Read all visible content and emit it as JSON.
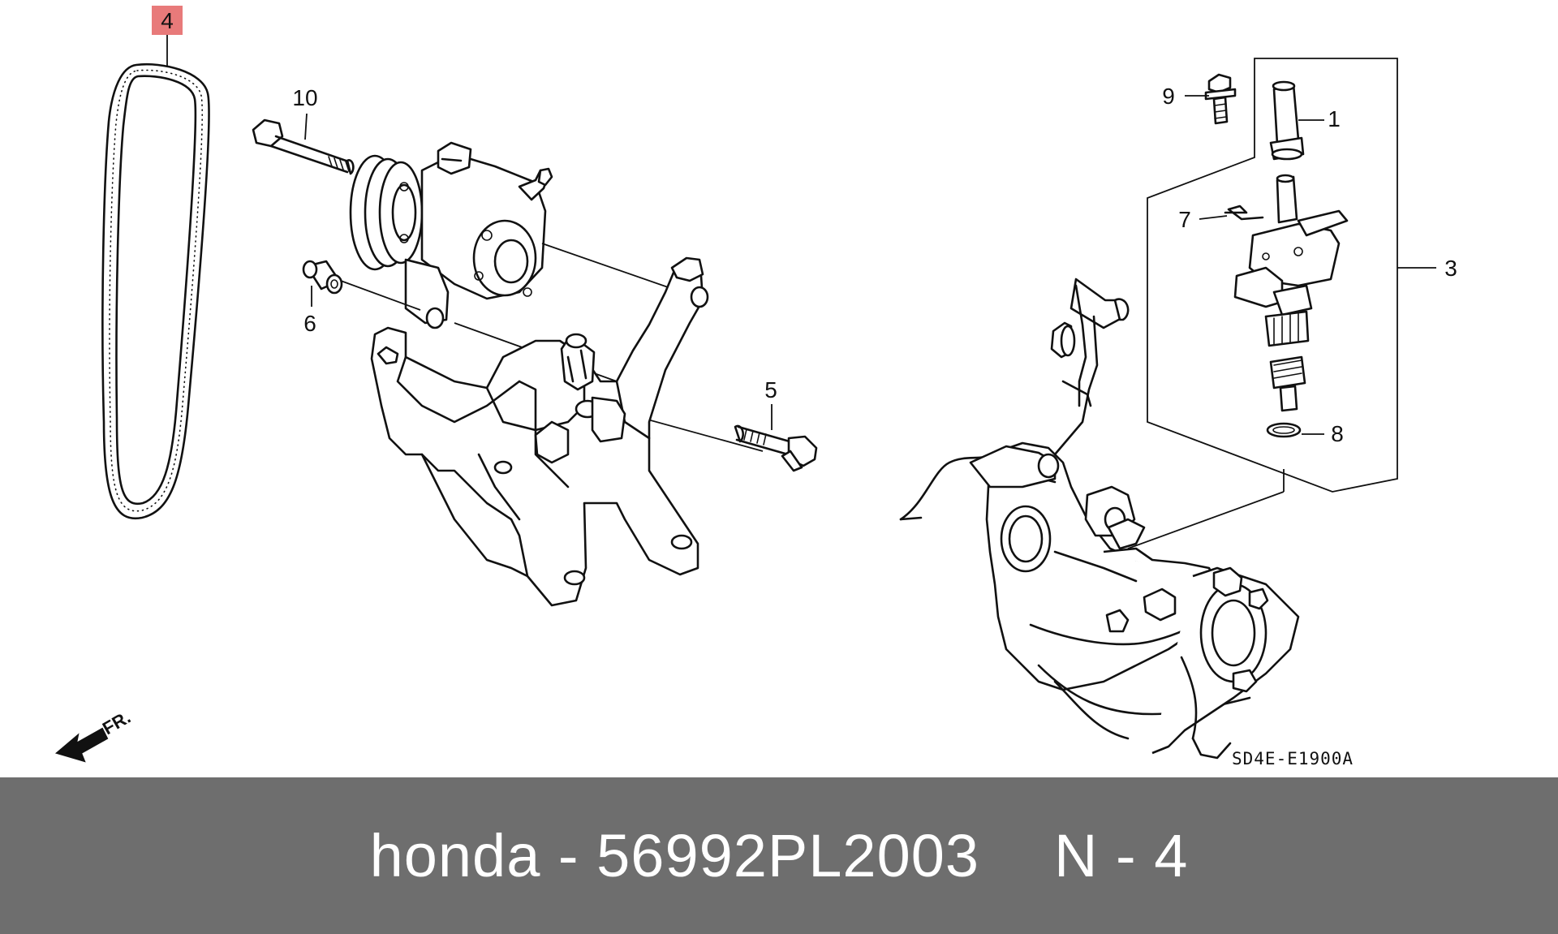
{
  "diagram": {
    "highlighted_callout": "4",
    "highlight_color": "#e87a7a",
    "callouts": {
      "c1": "1",
      "c3": "3",
      "c4": "4",
      "c5": "5",
      "c6": "6",
      "c7": "7",
      "c8": "8",
      "c9": "9",
      "c10": "10"
    },
    "reference_code": "SD4E-E1900A",
    "direction_label": "FR."
  },
  "footer": {
    "title": "honda - 56992PL2003",
    "position": "N - 4",
    "background_color": "#6e6e6e"
  }
}
